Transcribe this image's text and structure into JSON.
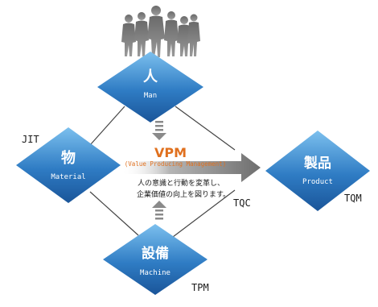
{
  "nodes": {
    "man": {
      "title": "人",
      "sub": "Man"
    },
    "material": {
      "title": "物",
      "sub": "Material"
    },
    "machine": {
      "title": "設備",
      "sub": "Machine"
    },
    "product": {
      "title": "製品",
      "sub": "Product"
    }
  },
  "labels": {
    "jit": "JIT",
    "tqc": "TQC",
    "tqm": "TQM",
    "tpm": "TPM"
  },
  "vpm": {
    "title": "VPM",
    "subtitle": "(Value Producing Management)"
  },
  "description": {
    "line1": "人の意識と行動を変革し、",
    "line2": "企業価値の向上を図ります。"
  },
  "colors": {
    "diamond_light": "#6fb6e8",
    "diamond_dark": "#1f5fa6",
    "accent_orange": "#e0701e",
    "arrow_gray": "#7f7f7f",
    "line": "#444444"
  }
}
